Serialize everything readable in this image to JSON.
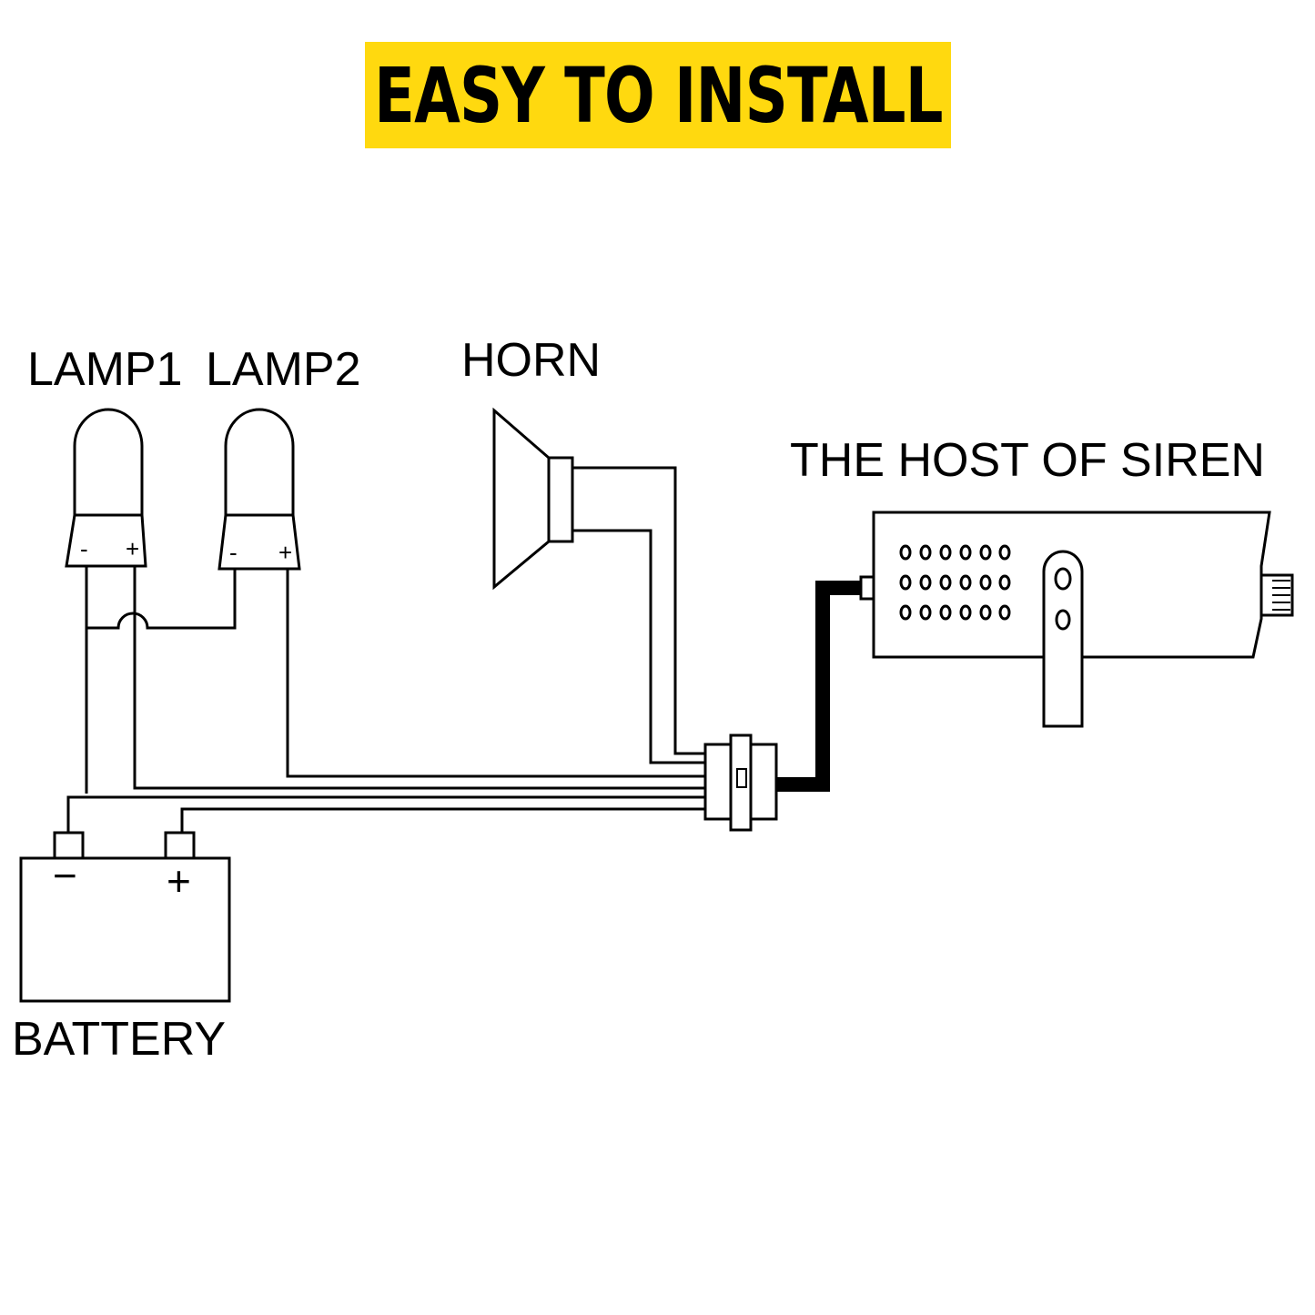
{
  "banner": {
    "text": "EASY TO INSTALL",
    "background": "#FFD90F"
  },
  "labels": {
    "lamp1": "LAMP1",
    "lamp2": "LAMP2",
    "horn": "HORN",
    "siren_host": "THE HOST OF SIREN",
    "battery": "BATTERY"
  },
  "lamp_terminals": {
    "negative": "-",
    "positive": "+"
  },
  "battery_terminals": {
    "negative": "−",
    "positive": "+"
  },
  "icons": [
    "lamp-icon",
    "horn-icon",
    "siren-host-icon",
    "battery-icon",
    "connector-icon"
  ]
}
